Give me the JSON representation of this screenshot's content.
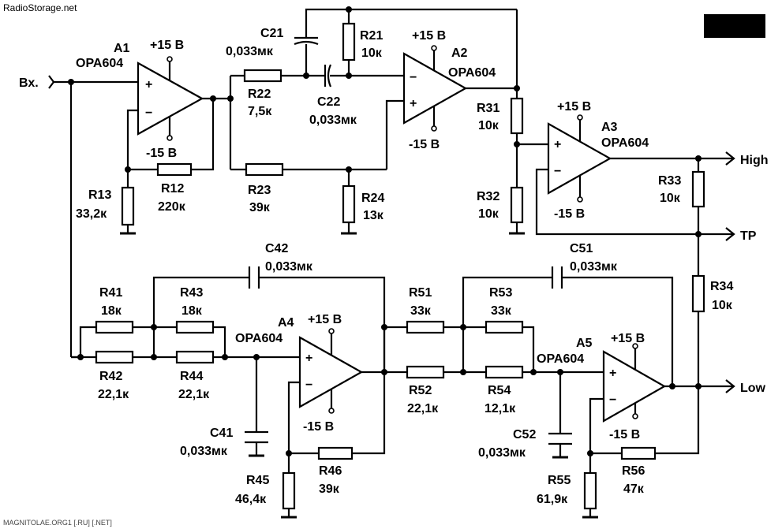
{
  "watermark_top": "RadioStorage.net",
  "watermark_bottom": "MAGNITOLAE.ORG1 [.RU] [.NET]",
  "input_label": "Вх.",
  "outputs": {
    "high": "High",
    "tp": "TP",
    "low": "Low"
  },
  "amplifiers": [
    {
      "ref": "A1",
      "part": "OPA604",
      "vpos": "+15 В",
      "vneg": "-15 В"
    },
    {
      "ref": "A2",
      "part": "OPA604",
      "vpos": "+15 В",
      "vneg": "-15 В"
    },
    {
      "ref": "A3",
      "part": "OPA604",
      "vpos": "+15 В",
      "vneg": "-15 В"
    },
    {
      "ref": "A4",
      "part": "OPA604",
      "vpos": "+15 В",
      "vneg": "-15 В"
    },
    {
      "ref": "A5",
      "part": "OPA604",
      "vpos": "+15 В",
      "vneg": "-15 В"
    }
  ],
  "resistors": [
    {
      "ref": "R12",
      "value": "220к"
    },
    {
      "ref": "R13",
      "value": "33,2к"
    },
    {
      "ref": "R21",
      "value": "10к"
    },
    {
      "ref": "R22",
      "value": "7,5к"
    },
    {
      "ref": "R23",
      "value": "39к"
    },
    {
      "ref": "R24",
      "value": "13к"
    },
    {
      "ref": "R31",
      "value": "10к"
    },
    {
      "ref": "R32",
      "value": "10к"
    },
    {
      "ref": "R33",
      "value": "10к"
    },
    {
      "ref": "R34",
      "value": "10к"
    },
    {
      "ref": "R41",
      "value": "18к"
    },
    {
      "ref": "R42",
      "value": "22,1к"
    },
    {
      "ref": "R43",
      "value": "18к"
    },
    {
      "ref": "R44",
      "value": "22,1к"
    },
    {
      "ref": "R45",
      "value": "46,4к"
    },
    {
      "ref": "R46",
      "value": "39к"
    },
    {
      "ref": "R51",
      "value": "33к"
    },
    {
      "ref": "R52",
      "value": "22,1к"
    },
    {
      "ref": "R53",
      "value": "33к"
    },
    {
      "ref": "R54",
      "value": "12,1к"
    },
    {
      "ref": "R55",
      "value": "61,9к"
    },
    {
      "ref": "R56",
      "value": "47к"
    }
  ],
  "capacitors": [
    {
      "ref": "C21",
      "value": "0,033мк"
    },
    {
      "ref": "C22",
      "value": "0,033мк"
    },
    {
      "ref": "C41",
      "value": "0,033мк"
    },
    {
      "ref": "C42",
      "value": "0,033мк"
    },
    {
      "ref": "C51",
      "value": "0,033мк"
    },
    {
      "ref": "C52",
      "value": "0,033мк"
    }
  ]
}
